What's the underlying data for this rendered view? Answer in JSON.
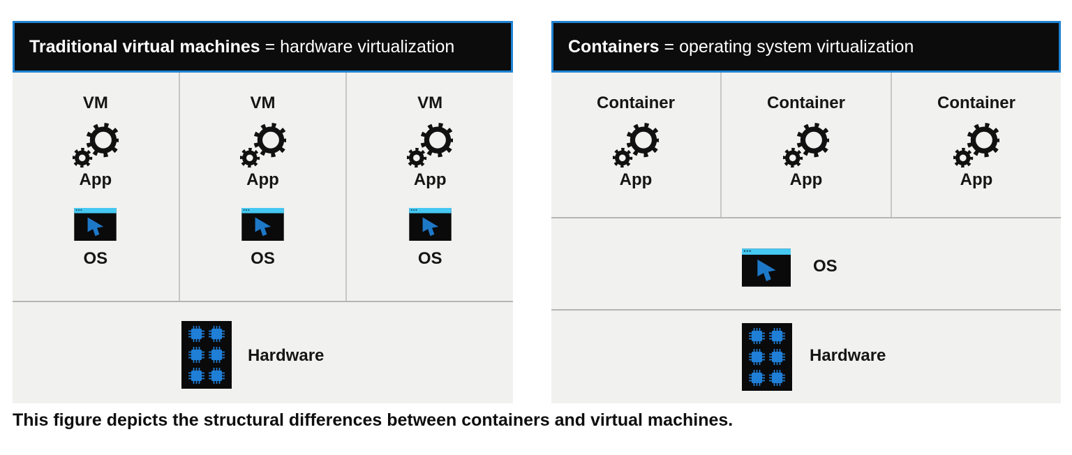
{
  "left_panel": {
    "header_bold": "Traditional virtual machines",
    "header_rest": " = hardware virtualization",
    "columns": [
      {
        "name": "VM",
        "app": "App",
        "os": "OS"
      },
      {
        "name": "VM",
        "app": "App",
        "os": "OS"
      },
      {
        "name": "VM",
        "app": "App",
        "os": "OS"
      }
    ],
    "hardware": "Hardware"
  },
  "right_panel": {
    "header_bold": "Containers",
    "header_rest": " = operating system virtualization",
    "columns": [
      {
        "name": "Container",
        "app": "App"
      },
      {
        "name": "Container",
        "app": "App"
      },
      {
        "name": "Container",
        "app": "App"
      }
    ],
    "os": "OS",
    "hardware": "Hardware"
  },
  "caption": "This figure depicts the structural differences between containers and virtual machines.",
  "icons": {
    "app": "gears-icon",
    "os": "os-window-cursor-icon",
    "hardware": "cpu-chip-grid-icon"
  },
  "colors": {
    "header_border_blue": "#1e82d2",
    "header_background": "#0c0c0c",
    "panel_background": "#f1f1f0",
    "titlebar_cyan": "#45c8f1",
    "cursor_blue": "#1e78c8",
    "chip_blue": "#1f7ed6",
    "divider_gray": "#c6c6c6"
  }
}
